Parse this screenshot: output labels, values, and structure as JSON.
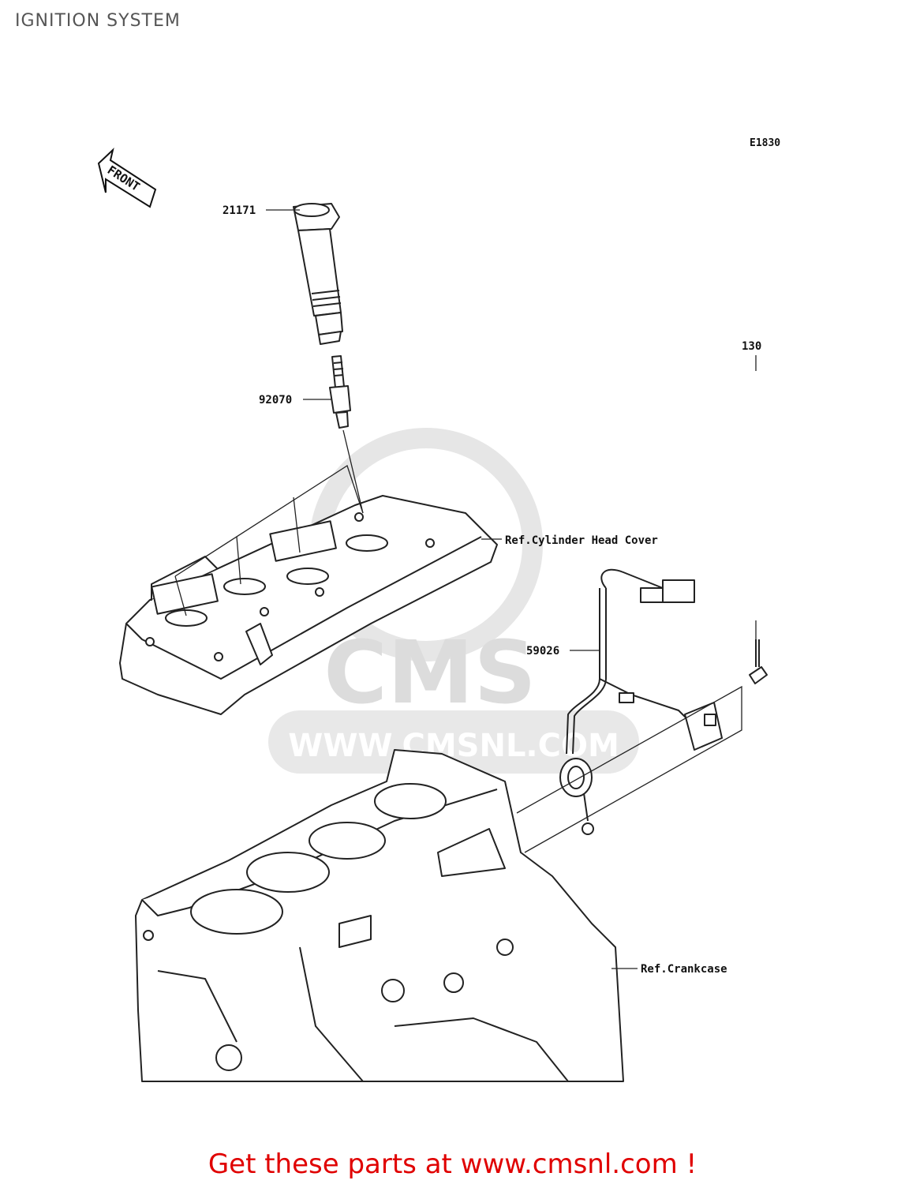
{
  "title": "IGNITION SYSTEM",
  "diagram_code": "E1830",
  "front_label": "FRONT",
  "parts": [
    {
      "number": "21171",
      "name": "ignition-coil"
    },
    {
      "number": "92070",
      "name": "spark-plug"
    },
    {
      "number": "59026",
      "name": "crankshaft-sensor"
    },
    {
      "number": "130",
      "name": "bolt"
    }
  ],
  "references": [
    "Ref.Cylinder Head Cover",
    "Ref.Crankcase"
  ],
  "watermark": {
    "brand": "CMS",
    "url": "WWW.CMSNL.COM"
  },
  "footer": "Get these parts at www.cmsnl.com !",
  "colors": {
    "footer_text": "#e00000",
    "watermark": "#e4e4e4",
    "line_art": "#222222"
  }
}
